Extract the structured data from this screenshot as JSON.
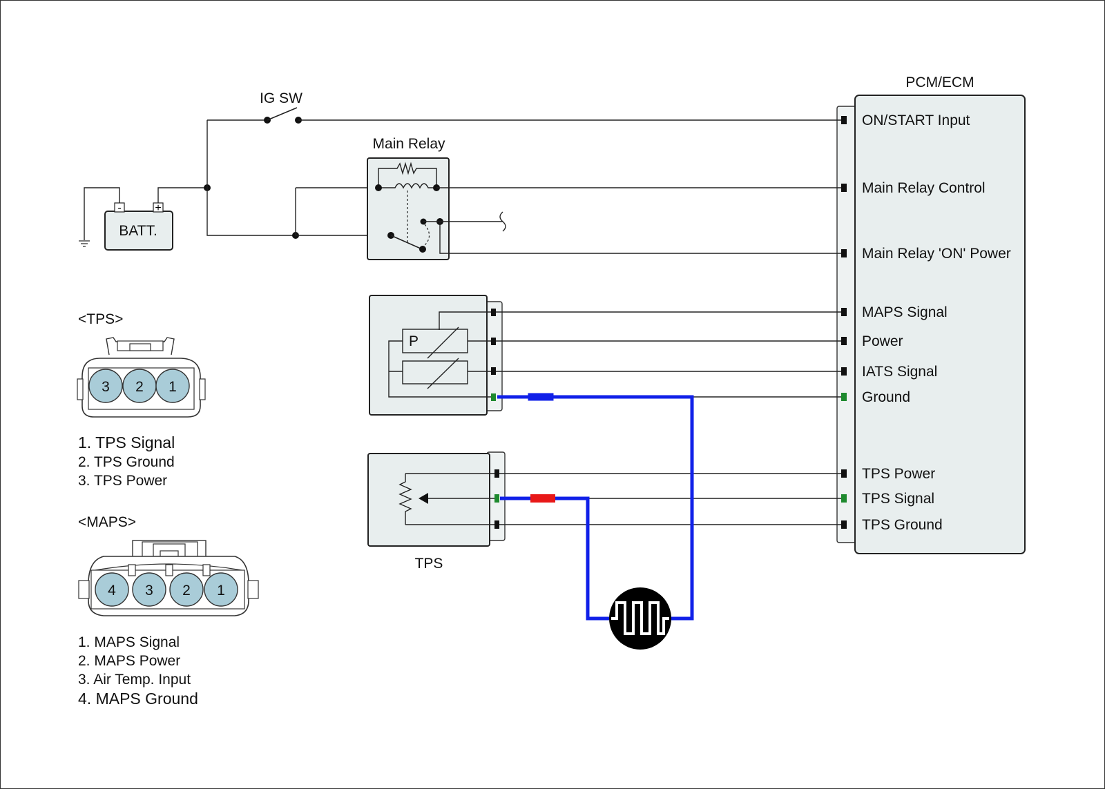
{
  "colors": {
    "probe_wire": "#1020e8",
    "highlight_text": "#1e8a2e",
    "box_fill": "#e8eeee",
    "pin_fill": "#a9ccd8",
    "red_probe": "#e81818",
    "pin_green": "#1e8a2e"
  },
  "labels": {
    "ig_sw": "IG SW",
    "main_relay": "Main Relay",
    "batt": "BATT.",
    "batt_minus": "-",
    "batt_plus": "+",
    "pcm": "PCM/ECM",
    "tps_module": "TPS",
    "maps_p": "P"
  },
  "ecm_pins": [
    {
      "label": "ON/START Input",
      "highlight": false
    },
    {
      "label": "Main Relay Control",
      "highlight": false
    },
    {
      "label": "Main Relay 'ON' Power",
      "highlight": false
    },
    {
      "label": "MAPS Signal",
      "highlight": false
    },
    {
      "label": "Power",
      "highlight": false
    },
    {
      "label": "IATS Signal",
      "highlight": false
    },
    {
      "label": "Ground",
      "highlight": true
    },
    {
      "label": "TPS Power",
      "highlight": false
    },
    {
      "label": "TPS Signal",
      "highlight": true
    },
    {
      "label": "TPS Ground",
      "highlight": false
    }
  ],
  "tps_connector": {
    "title": "<TPS>",
    "pins": [
      "3",
      "2",
      "1"
    ],
    "legend": [
      {
        "text": "1. TPS Signal",
        "highlight": true
      },
      {
        "text": "2. TPS Ground",
        "highlight": false
      },
      {
        "text": "3. TPS Power",
        "highlight": false
      }
    ]
  },
  "maps_connector": {
    "title": "<MAPS>",
    "pins": [
      "4",
      "3",
      "2",
      "1"
    ],
    "legend": [
      {
        "text": "1. MAPS Signal",
        "highlight": false
      },
      {
        "text": "2. MAPS Power",
        "highlight": false
      },
      {
        "text": "3. Air Temp. Input",
        "highlight": false
      },
      {
        "text": "4. MAPS Ground",
        "highlight": true
      }
    ]
  },
  "icons": {
    "oscilloscope": "square-wave-scope-icon",
    "ground": "ground-symbol-icon",
    "resistor": "resistor-icon",
    "switch": "switch-icon"
  }
}
